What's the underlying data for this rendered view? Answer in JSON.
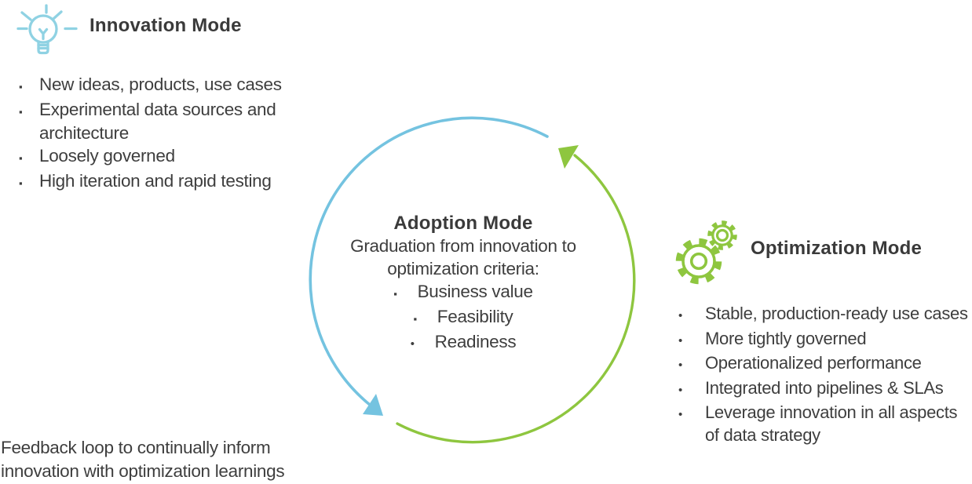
{
  "palette": {
    "arc_blue": "#74c3e0",
    "lightbulb_blue": "#8fd2e3",
    "green": "#8ec63f",
    "body_text": "#3e3e3e",
    "heading_text": "#3a3a3a",
    "background": "#ffffff"
  },
  "glyphs": {
    "square_bullet": "▪",
    "round_bullet": "•"
  },
  "innovation": {
    "title": "Innovation Mode",
    "items": [
      "New ideas, products, use cases",
      "Experimental data sources and architecture",
      "Loosely governed",
      "High iteration and rapid testing"
    ]
  },
  "adoption": {
    "title": "Adoption Mode",
    "subtitle": "Graduation from innovation to optimization criteria:",
    "criteria": [
      "Business value",
      "Feasibility",
      "Readiness"
    ]
  },
  "optimization": {
    "title": "Optimization Mode",
    "items": [
      "Stable, production-ready use cases",
      "More tightly governed",
      "Operationalized performance",
      "Integrated into pipelines & SLAs",
      "Leverage innovation in all aspects of data strategy"
    ]
  },
  "feedback_note": "Feedback loop to continually inform innovation with optimization learnings"
}
